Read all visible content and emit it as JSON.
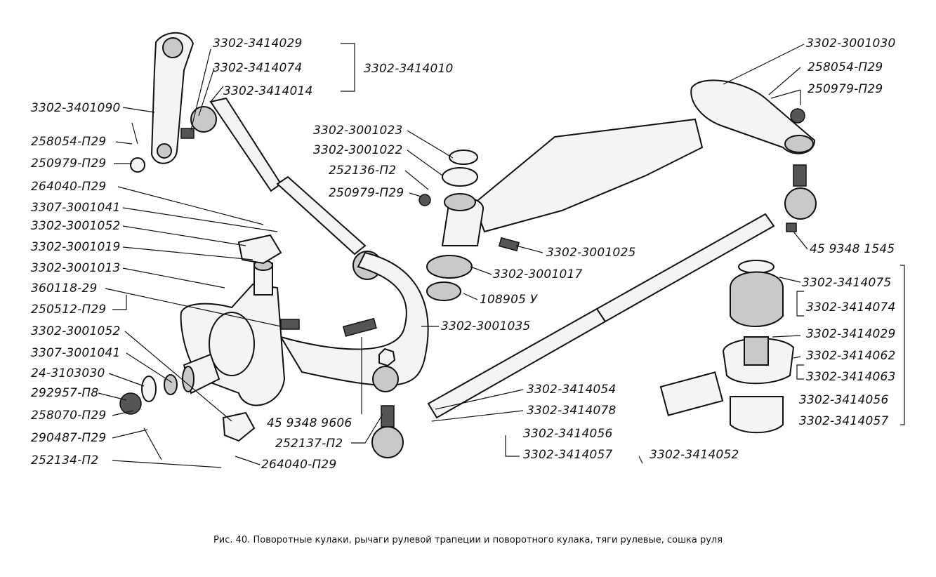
{
  "caption": "Рис. 40. Поворотные кулаки, рычаги рулевой трапеции и поворотного кулака, тяги рулевые, сошка руля",
  "labels": {
    "l01": "3302-3414029",
    "l02": "3302-3414074",
    "l03": "3302-3414014",
    "l04": "3302-3414010",
    "l05": "3302-3401090",
    "l06": "258054-П29",
    "l07": "250979-П29",
    "l08": "264040-П29",
    "l09": "3307-3001041",
    "l10": "3302-3001052",
    "l11": "3302-3001019",
    "l12": "3302-3001013",
    "l13": "360118-29",
    "l14": "250512-П29",
    "l15": "3302-3001052",
    "l16": "3307-3001041",
    "l17": "24-3103030",
    "l18": "292957-П8",
    "l19": "258070-П29",
    "l20": "290487-П29",
    "l21": "252134-П2",
    "l22": "264040-П29",
    "l23": "45 9348 9606",
    "l24": "252137-П2",
    "l25": "3302-3001023",
    "l26": "3302-3001022",
    "l27": "252136-П2",
    "l28": "250979-П29",
    "l29": "3302-3001025",
    "l30": "3302-3001017",
    "l31": "108905 У",
    "l32": "3302-3001035",
    "l33": "3302-3414054",
    "l34": "3302-3414078",
    "l35": "3302-3414056",
    "l36": "3302-3414057",
    "l37": "3302-3414052",
    "l38": "3302-3001030",
    "l39": "258054-П29",
    "l40": "250979-П29",
    "l41": "45 9348 1545",
    "l42": "3302-3414075",
    "l43": "3302-3414074",
    "l44": "3302-3414029",
    "l45": "3302-3414062",
    "l46": "3302-3414063",
    "l47": "3302-3414056",
    "l48": "3302-3414057"
  }
}
